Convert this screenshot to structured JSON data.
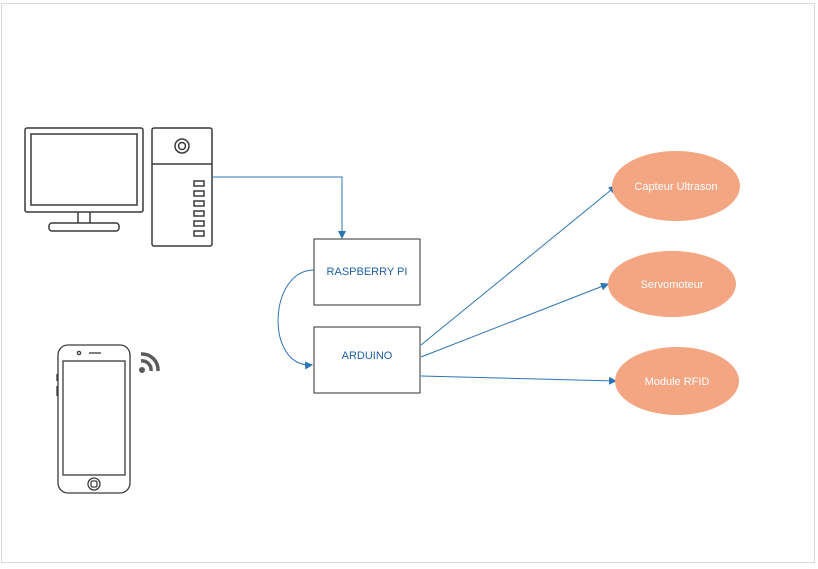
{
  "colors": {
    "box_stroke": "#2f2f2f",
    "box_fill": "#ffffff",
    "arrow": "#2e75b6",
    "label_text": "#1f5fa8",
    "ellipse_fill": "#f4a582",
    "ellipse_text": "#ffffff",
    "icon_stroke": "#3a3a3a",
    "wifi": "#5a5a5a"
  },
  "nodes": {
    "raspberry": {
      "label": "RASPBERRY PI"
    },
    "arduino": {
      "label": "ARDUINO"
    },
    "ultrason": {
      "label": "Capteur Ultrason"
    },
    "servo": {
      "label": "Servomoteur"
    },
    "rfid": {
      "label": "Module RFID"
    }
  },
  "icons": {
    "computer": "desktop-computer-icon",
    "phone": "smartphone-icon",
    "wireless": "wifi-icon"
  },
  "edges": [
    {
      "from": "computer",
      "to": "raspberry"
    },
    {
      "from": "raspberry",
      "to": "arduino"
    },
    {
      "from": "arduino",
      "to": "ultrason"
    },
    {
      "from": "arduino",
      "to": "servo"
    },
    {
      "from": "arduino",
      "to": "rfid"
    }
  ]
}
